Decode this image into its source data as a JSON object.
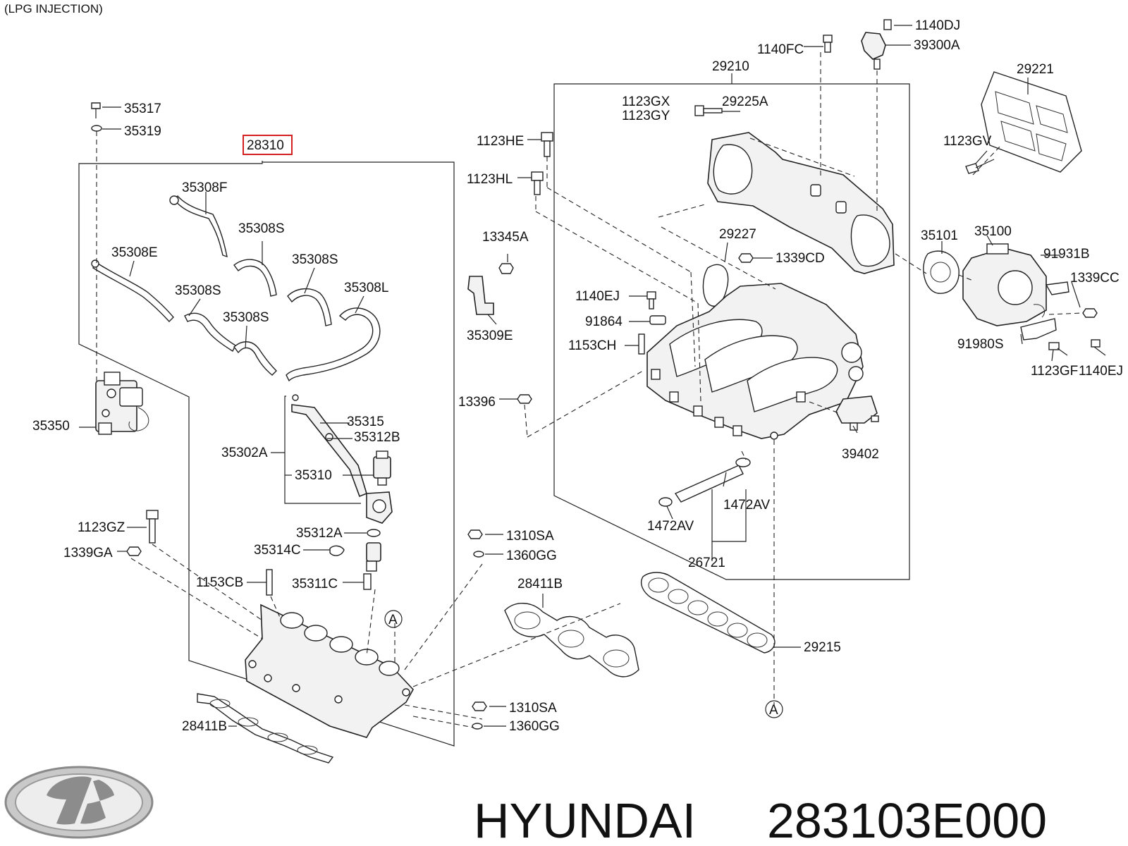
{
  "header": {
    "title": "(LPG INJECTION)"
  },
  "highlighted_part": "28310",
  "callouts": {
    "p35317": "35317",
    "p35319": "35319",
    "p28310": "28310",
    "p35308F": "35308F",
    "p35308S_a": "35308S",
    "p35308E": "35308E",
    "p35308S_b": "35308S",
    "p35308S_c": "35308S",
    "p35308L": "35308L",
    "p35308S_d": "35308S",
    "p35350": "35350",
    "p35315": "35315",
    "p35312B": "35312B",
    "p35302A": "35302A",
    "p35310": "35310",
    "p1123GZ": "1123GZ",
    "p35312A": "35312A",
    "p1339GA": "1339GA",
    "p35314C": "35314C",
    "p1153CB": "1153CB",
    "p35311C": "35311C",
    "p28411B_a": "28411B",
    "pA_left": "A",
    "p13345A": "13345A",
    "p35309E": "35309E",
    "p13396": "13396",
    "p1123HE": "1123HE",
    "p1123HL": "1123HL",
    "p1310SA_a": "1310SA",
    "p1360GG_a": "1360GG",
    "p28411B_b": "28411B",
    "p1310SA_b": "1310SA",
    "p1360GG_b": "1360GG",
    "p1140FC": "1140FC",
    "p1140DJ": "1140DJ",
    "p39300A": "39300A",
    "p29210": "29210",
    "p1123GX": "1123GX",
    "p1123GY": "1123GY",
    "p29225A": "29225A",
    "p29221": "29221",
    "p1123GV": "1123GV",
    "p29227": "29227",
    "p1339CD": "1339CD",
    "p1140EJ_a": "1140EJ",
    "p91864": "91864",
    "p1153CH": "1153CH",
    "p35101": "35101",
    "p35100": "35100",
    "p91931B": "91931B",
    "p1339CC": "1339CC",
    "p91980S": "91980S",
    "p1123GF": "1123GF",
    "p1140EJ_b": "1140EJ",
    "p39402": "39402",
    "p1472AV_a": "1472AV",
    "p1472AV_b": "1472AV",
    "p26721": "26721",
    "p29215": "29215",
    "pA_right": "A"
  },
  "footer": {
    "brand": "HYUNDAI",
    "part_number": "283103E000"
  }
}
